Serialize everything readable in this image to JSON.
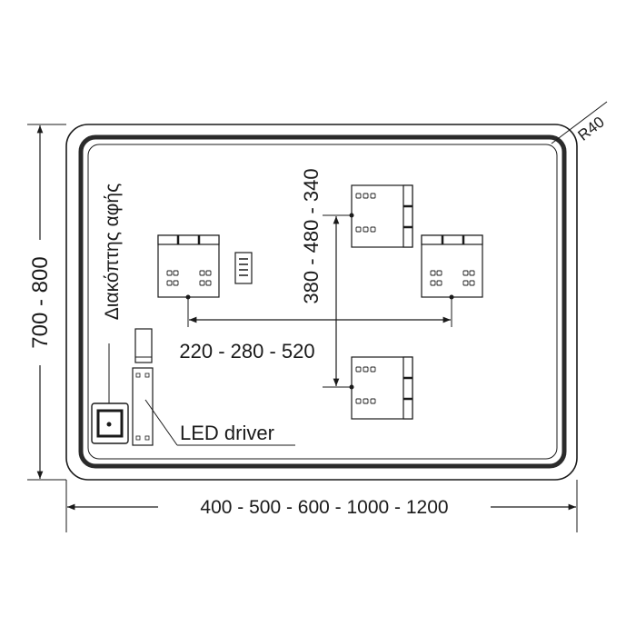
{
  "dimensions": {
    "width_label": "400 - 500 - 600 - 1000 - 1200",
    "height_label": "700 - 800",
    "corner_radius_label": "R40",
    "horizontal_spacing_label": "220 - 280 - 520",
    "vertical_spacing_label": "380 - 480 - 340"
  },
  "components": {
    "touch_switch_label": "Διακόπτης αφής",
    "led_driver_label": "LED driver"
  },
  "colors": {
    "line": "#1a1a1a",
    "frame": "#2b2b2b",
    "module_fill": "#ffffff",
    "background": "#ffffff"
  }
}
